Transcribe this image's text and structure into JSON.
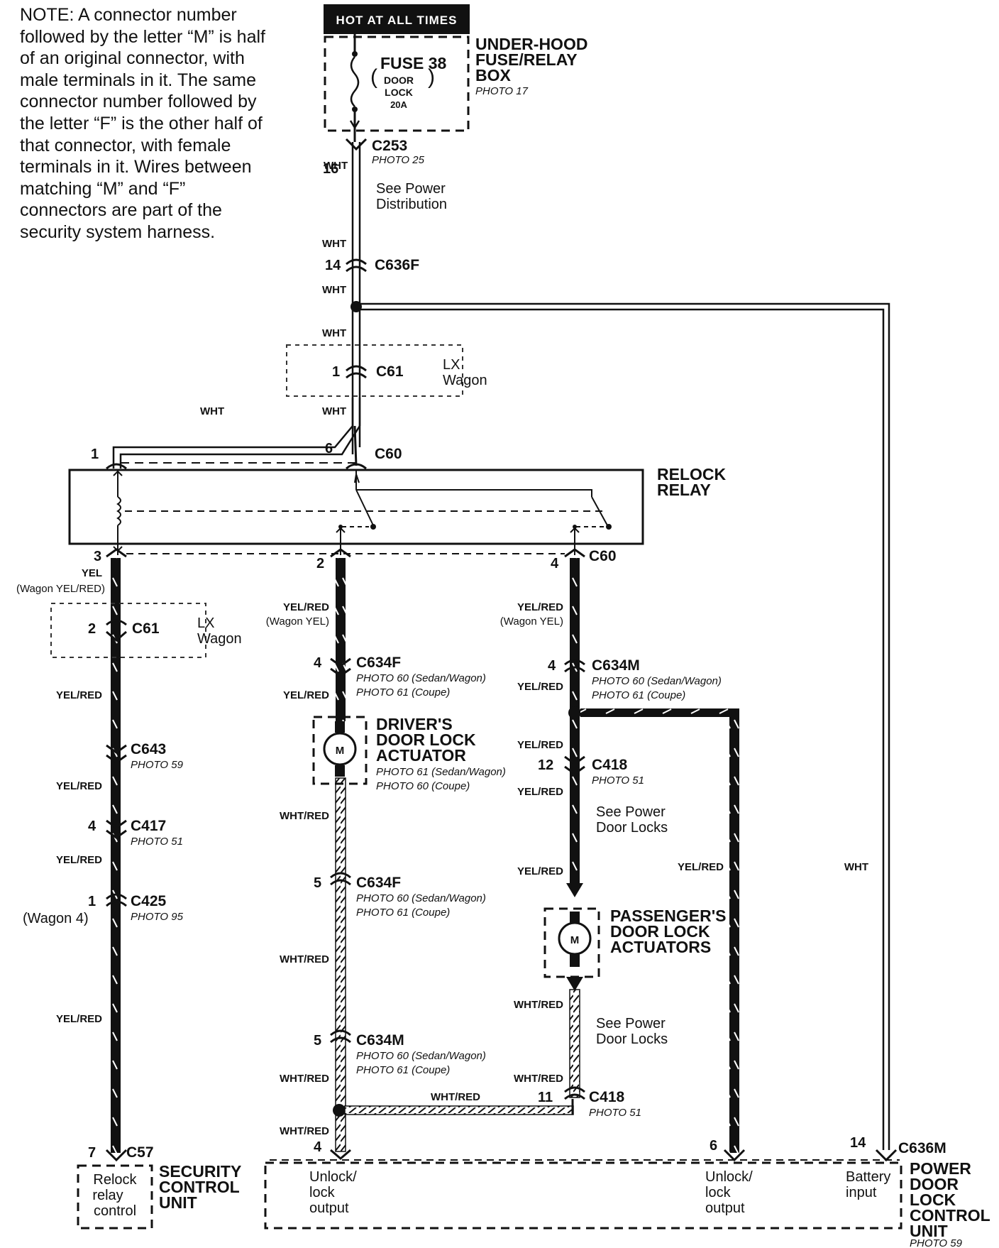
{
  "note": "NOTE:  A connector number\nfollowed by the letter “M” is half\nof an original connector, with\nmale terminals in it. The same\nconnector number followed by\nthe letter “F” is the other half of\nthat connector, with female\nterminals in it. Wires between\nmatching “M” and “F”\nconnectors are part of the\nsecurity system harness.",
  "hot_at_all_times": "HOT AT ALL TIMES",
  "fuse_box": {
    "name_lines": [
      "UNDER-HOOD",
      "FUSE/RELAY",
      "BOX"
    ],
    "photo": "PHOTO 17",
    "fuse": "FUSE 38",
    "fuse_desc": [
      "DOOR",
      "LOCK",
      "20A"
    ]
  },
  "c253": {
    "pin": "16",
    "name": "C253",
    "photo": "PHOTO 25",
    "wire": "WHT"
  },
  "see_power_distribution": [
    "See Power",
    "Distribution"
  ],
  "c636f": {
    "pin": "14",
    "name": "C636F",
    "wire_above": "WHT",
    "wire_below": "WHT"
  },
  "c61_top": {
    "wire_above": "WHT",
    "pin": "1",
    "name": "C61",
    "note": [
      "LX",
      "Wagon"
    ]
  },
  "c60_top": {
    "wire_left": "WHT",
    "wire_right": "WHT",
    "pin_left": "1",
    "pin_right": "6",
    "name": "C60"
  },
  "relay": {
    "name_lines": [
      "RELOCK",
      "RELAY"
    ]
  },
  "c60_bottom": {
    "pin_left": "3",
    "pin_mid": "2",
    "pin_right": "4",
    "name": "C60"
  },
  "left_column": {
    "wire1": "YEL",
    "wire1_alt": "(Wagon YEL/RED)",
    "c61": {
      "pin": "2",
      "name": "C61",
      "note": [
        "LX",
        "Wagon"
      ]
    },
    "wire2": "YEL/RED",
    "c643": {
      "name": "C643",
      "photo": "PHOTO 59"
    },
    "wire3": "YEL/RED",
    "c417": {
      "pin": "4",
      "name": "C417",
      "photo": "PHOTO 51"
    },
    "wire4": "YEL/RED",
    "c425": {
      "pin": "1",
      "pin_alt": "(Wagon 4)",
      "name": "C425",
      "photo": "PHOTO 95"
    },
    "wire5": "YEL/RED",
    "c57": {
      "pin": "7",
      "name": "C57"
    }
  },
  "security_unit": {
    "inner_lines": [
      "Relock",
      "relay",
      "control"
    ],
    "name_lines": [
      "SECURITY",
      "CONTROL",
      "UNIT"
    ]
  },
  "middle_column": {
    "wire1": "YEL/RED",
    "wire1_alt": "(Wagon YEL)",
    "c634f_top": {
      "pin": "4",
      "name": "C634F",
      "photo1": "PHOTO 60 (Sedan/Wagon)",
      "photo2": "PHOTO 61 (Coupe)"
    },
    "wire2": "YEL/RED",
    "actuator": {
      "name_lines": [
        "DRIVER'S",
        "DOOR LOCK",
        "ACTUATOR"
      ],
      "photo1": "PHOTO 61 (Sedan/Wagon)",
      "photo2": "PHOTO 60 (Coupe)",
      "motor": "M"
    },
    "wire3": "WHT/RED",
    "c634f_bottom": {
      "pin": "5",
      "name": "C634F",
      "photo1": "PHOTO 60 (Sedan/Wagon)",
      "photo2": "PHOTO 61 (Coupe)"
    },
    "wire4": "WHT/RED",
    "c634m": {
      "pin": "5",
      "name": "C634M",
      "photo1": "PHOTO 60 (Sedan/Wagon)",
      "photo2": "PHOTO 61 (Coupe)"
    },
    "wire5": "WHT/RED",
    "wire_horizontal": "WHT/RED",
    "wire6": "WHT/RED",
    "pin_unit": "4"
  },
  "right_column": {
    "wire1": "YEL/RED",
    "wire1_alt": "(Wagon YEL)",
    "c634m": {
      "pin": "4",
      "name": "C634M",
      "photo1": "PHOTO 60 (Sedan/Wagon)",
      "photo2": "PHOTO 61 (Coupe)"
    },
    "wire2": "YEL/RED",
    "wire3": "YEL/RED",
    "c418_top": {
      "pin": "12",
      "name": "C418",
      "photo": "PHOTO 51"
    },
    "wire4": "YEL/RED",
    "see_power_door_locks_1": [
      "See Power",
      "Door Locks"
    ],
    "wire5": "YEL/RED",
    "actuators": {
      "name_lines": [
        "PASSENGER'S",
        "DOOR LOCK",
        "ACTUATORS"
      ],
      "motor": "M"
    },
    "wire6": "WHT/RED",
    "see_power_door_locks_2": [
      "See Power",
      "Door Locks"
    ],
    "wire7": "WHT/RED",
    "c418_bottom": {
      "pin": "11",
      "name": "C418",
      "photo": "PHOTO 51"
    }
  },
  "far_right": {
    "wire_yelred": "YEL/RED",
    "wire_wht": "WHT",
    "pin_6": "6",
    "pin_14": "14",
    "name": "C636M"
  },
  "control_unit": {
    "out1": [
      "Unlock/",
      "lock",
      "output"
    ],
    "out2": [
      "Unlock/",
      "lock",
      "output"
    ],
    "battery": [
      "Battery",
      "input"
    ],
    "name_lines": [
      "POWER",
      "DOOR",
      "LOCK",
      "CONTROL",
      "UNIT"
    ],
    "photo": "PHOTO 59"
  }
}
